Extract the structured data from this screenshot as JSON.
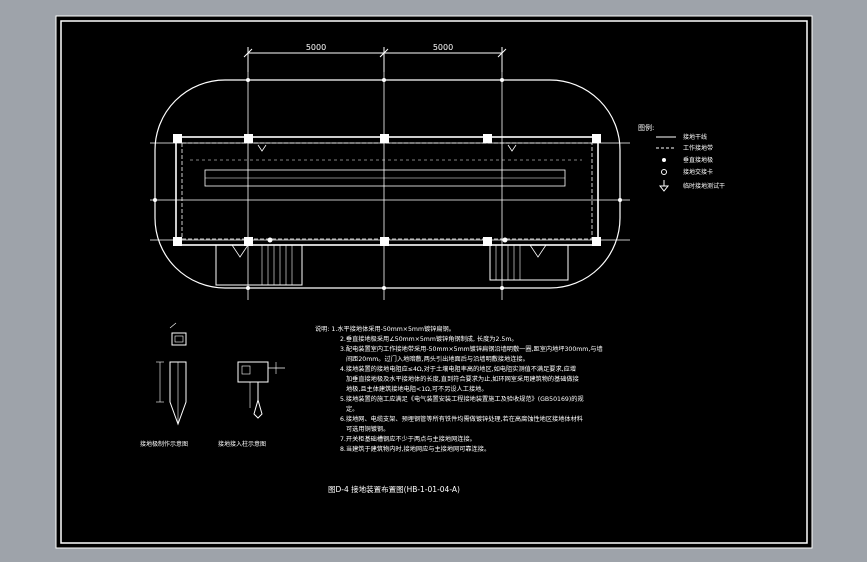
{
  "colors": {
    "background": "#9ea3aa",
    "sheet": "#000000",
    "linework": "#ffffff"
  },
  "dimensions": {
    "left_span": "5000",
    "right_span": "5000"
  },
  "legend": {
    "title": "图例:",
    "items": [
      {
        "symbol": "line",
        "label": "接地干线"
      },
      {
        "symbol": "dashed-line",
        "label": "工作接地带"
      },
      {
        "symbol": "dot",
        "label": "垂直接地极"
      },
      {
        "symbol": "ring",
        "label": "接地交接卡"
      },
      {
        "symbol": "ground-arrow",
        "label": "临时接地测试干"
      }
    ]
  },
  "details": {
    "left_caption": "接地极制作示意图",
    "right_caption": "接地接入柱示意图"
  },
  "notes": {
    "lines": [
      "说明: 1.水平接地体采用-50mm×5mm镀锌扁钢。",
      "2.垂直接地极采用∠50mm×5mm镀锌角钢制成, 长度为2.5m。",
      "3.配电装置室内工作接地带采用-50mm×5mm镀锌扁钢沿墙明敷一圈,距室内地坪300mm,与墙",
      "间距20mm。过门入地暗敷,两头引出地面后与沿墙明敷接地连接。",
      "4.接地装置的接地电阻应≤4Ω,对于土壤电阻率高的地区,如电阻实测值不满足要求,应增",
      "加垂直接地极及水平接地体的长度,直到符合要求为止,如环网室采用建筑物的基础做接",
      "地极,且主体建筑接地电阻<1Ω,可不另设人工接地。",
      "5.接地装置的施工应满足《电气装置安装工程接地装置施工及验收规范》(GB50169)的规",
      "定。",
      "6.接地网、电缆支架、预埋钢管等所有铁件均需做镀锌处理,若在高腐蚀性地区接地体材料",
      "可选用铜镀钢。",
      "7.开关柜基础槽钢应不少于两点与主接地网连接。",
      "8.当建筑于建筑物内时,接地网应与主接地网可靠连接。"
    ]
  },
  "title_line": "图D-4 接地装置布置图(HB-1-01-04-A)"
}
